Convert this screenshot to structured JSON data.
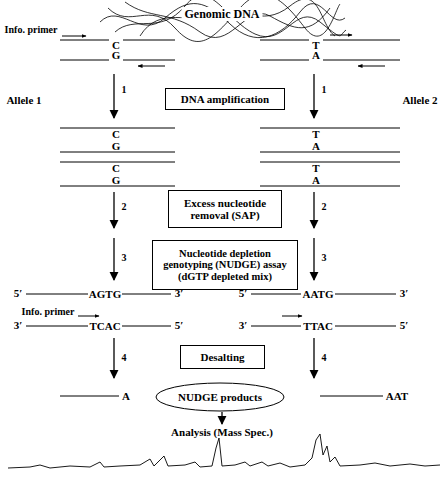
{
  "diagram": {
    "nodes": [
      {
        "text": [
          "DNA amplification"
        ]
      },
      {
        "text": [
          "Excess nucleotide removal (SAP)"
        ]
      },
      {
        "text": [
          "Nucleotide depletion genotyping (NUDGE) assay (dGTP depleted mix)"
        ]
      },
      {
        "text": [
          "Desalting"
        ]
      },
      {
        "text": [
          "NUDGE products"
        ]
      }
    ],
    "labels": [
      "Genomic DNA",
      "Info. primer",
      "C",
      "G",
      "T",
      "A",
      "Allele 1",
      "Allele 2",
      "1",
      "1",
      "C",
      "G",
      "C",
      "G",
      "T",
      "A",
      "T",
      "A",
      "2",
      "2",
      "3",
      "3",
      "5′",
      "AGTG",
      "3′",
      "Info. primer",
      "3′",
      "TCAC",
      "5′",
      "5′",
      "AATG",
      "3′",
      "3′",
      "TTAC",
      "5′",
      "4",
      "4",
      "A",
      "AAT",
      "Analysis (Mass Spec.)"
    ]
  }
}
